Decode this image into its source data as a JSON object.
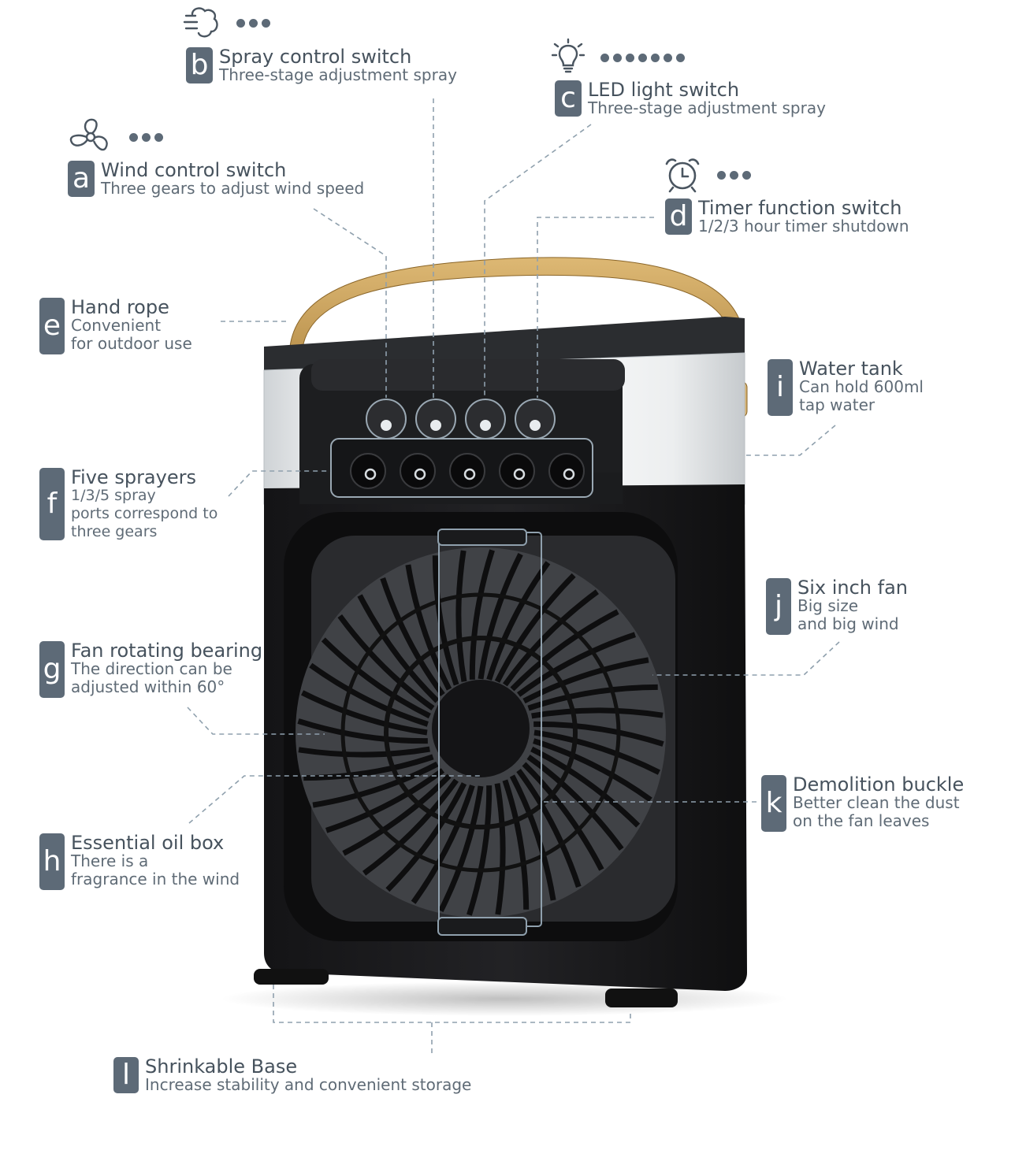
{
  "callouts": {
    "a": {
      "letter": "a",
      "title": "Wind control switch",
      "lines": [
        "Three gears to adjust wind speed"
      ],
      "icon": "fan-icon",
      "dots": 3
    },
    "b": {
      "letter": "b",
      "title": "Spray control switch",
      "lines": [
        "Three-stage adjustment spray"
      ],
      "icon": "spray-icon",
      "dots": 3
    },
    "c": {
      "letter": "c",
      "title": "LED light switch",
      "lines": [
        "Three-stage adjustment spray"
      ],
      "icon": "light-bulb-icon",
      "dots": 7
    },
    "d": {
      "letter": "d",
      "title": "Timer function switch",
      "lines": [
        "1/2/3 hour timer shutdown"
      ],
      "icon": "alarm-clock-icon",
      "dots": 3
    },
    "e": {
      "letter": "e",
      "title": "Hand rope",
      "lines": [
        "Convenient",
        "for outdoor use"
      ]
    },
    "f": {
      "letter": "f",
      "title": "Five sprayers",
      "lines": [
        "1/3/5 spray",
        "ports correspond to",
        "three gears"
      ]
    },
    "g": {
      "letter": "g",
      "title": "Fan rotating bearing",
      "lines": [
        "The direction can be",
        "adjusted within 60°"
      ]
    },
    "h": {
      "letter": "h",
      "title": "Essential oil box",
      "lines": [
        "There is a",
        "fragrance in the wind"
      ]
    },
    "i": {
      "letter": "i",
      "title": "Water tank",
      "lines": [
        "Can hold 600ml",
        "tap water"
      ]
    },
    "j": {
      "letter": "j",
      "title": "Six inch fan",
      "lines": [
        "Big size",
        "and big wind"
      ]
    },
    "k": {
      "letter": "k",
      "title": "Demolition buckle",
      "lines": [
        "Better clean the dust",
        "on the fan leaves"
      ]
    },
    "l": {
      "letter": "l",
      "title": "Shrinkable Base",
      "lines": [
        "Increase stability and convenient storage"
      ]
    }
  },
  "colors": {
    "badge": "#5d6a77",
    "body": "#1c1c1e",
    "handle": "#c9a25a",
    "leader": "#8fa0ad"
  },
  "product": {
    "control_buttons": 4,
    "sprayer_nozzles": 5,
    "fan_blades": 40
  }
}
